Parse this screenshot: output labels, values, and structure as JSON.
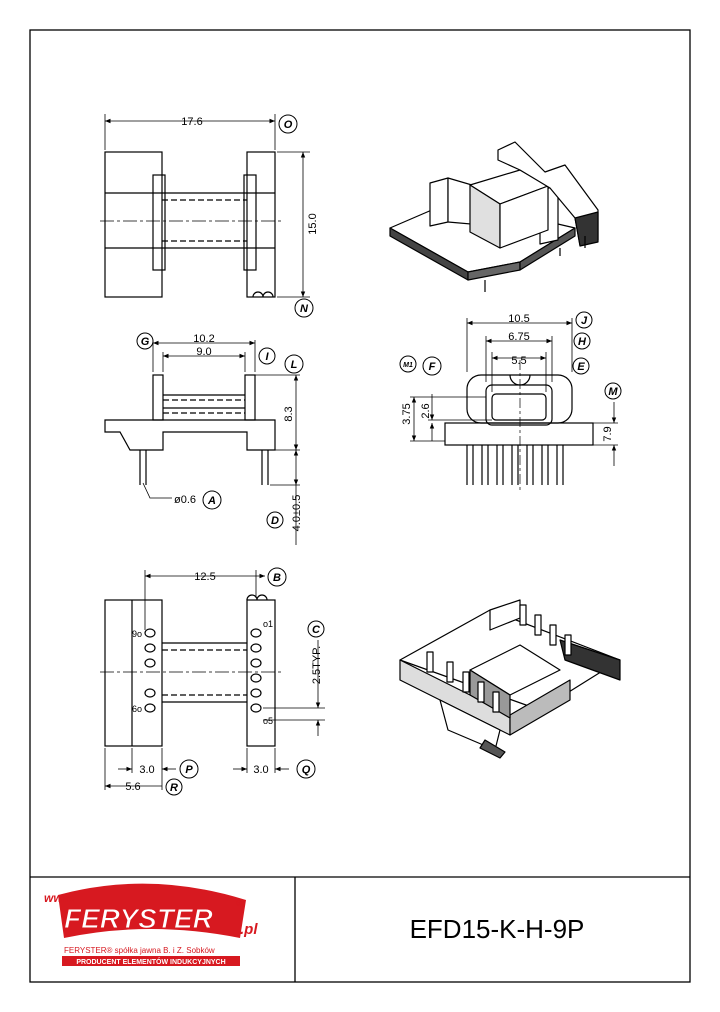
{
  "drawing": {
    "part_number": "EFD15-K-H-9P",
    "logo": {
      "www": "www.",
      "brand": "FERYSTER",
      "registered": "®",
      "suffix": ".pl",
      "company": "FERYSTER® spółka jawna B. i Z. Sobków",
      "banner": "PRODUCENT ELEMENTÓW INDUKCYJNYCH",
      "brand_color": "#d71920"
    },
    "top_view": {
      "width_dim": "17.6",
      "width_ref": "O",
      "height_dim": "15.0",
      "height_ref": "N"
    },
    "side_view": {
      "dim_g": "10.2",
      "ref_g": "G",
      "dim_i": "9.0",
      "ref_i": "I",
      "ref_l": "L",
      "height_dim": "8.3",
      "pin_dia": "ø0.6",
      "ref_a": "A",
      "pin_len": "4.0±0.5",
      "ref_d": "D"
    },
    "front_view": {
      "dim_j": "10.5",
      "ref_j": "J",
      "dim_h": "6.75",
      "ref_h": "H",
      "dim_e": "5.5",
      "ref_e": "E",
      "ref_m1": "M1",
      "ref_f": "F",
      "dim_375": "3.75",
      "dim_26": "2.6",
      "dim_m": "7.9",
      "ref_m": "M"
    },
    "bottom_view": {
      "dim_b": "12.5",
      "ref_b": "B",
      "pitch": "2.5TYP.",
      "ref_c": "C",
      "pin_labels": [
        "9o",
        "6o",
        "o1",
        "o5"
      ],
      "dim_p": "3.0",
      "ref_p": "P",
      "dim_q": "3.0",
      "ref_q": "Q",
      "dim_r": "5.6",
      "ref_r": "R"
    }
  }
}
